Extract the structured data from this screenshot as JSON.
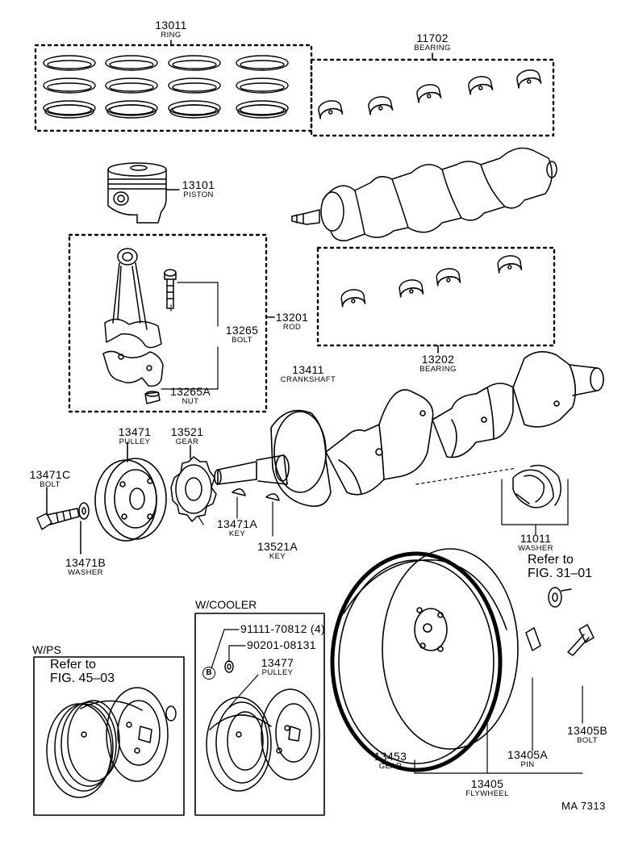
{
  "parts": {
    "ring": {
      "number": "13011",
      "name": "RING"
    },
    "bearing_top": {
      "number": "11702",
      "name": "BEARING"
    },
    "piston": {
      "number": "13101",
      "name": "PISTON"
    },
    "rod": {
      "number": "13201",
      "name": "ROD"
    },
    "rod_bolt": {
      "number": "13265",
      "name": "BOLT"
    },
    "rod_nut": {
      "number": "13265A",
      "name": "NUT"
    },
    "bearing_rod": {
      "number": "13202",
      "name": "BEARING"
    },
    "crankshaft": {
      "number": "13411",
      "name": "CRANKSHAFT"
    },
    "pulley": {
      "number": "13471",
      "name": "PULLEY"
    },
    "gear": {
      "number": "13521",
      "name": "GEAR"
    },
    "pulley_bolt": {
      "number": "13471C",
      "name": "BOLT"
    },
    "pulley_key": {
      "number": "13471A",
      "name": "KEY"
    },
    "gear_key": {
      "number": "13521A",
      "name": "KEY"
    },
    "washer": {
      "number": "13471B",
      "name": "WASHER"
    },
    "thrust_washer": {
      "number": "11011",
      "name": "WASHER"
    },
    "cooler_bolt": {
      "number": "91111-70812 (4)"
    },
    "cooler_washer": {
      "number": "90201-08131"
    },
    "cooler_pulley": {
      "number": "13477",
      "name": "PULLEY"
    },
    "ring_gear": {
      "number": "13453",
      "name": "GEAR"
    },
    "fw_pin": {
      "number": "13405A",
      "name": "PIN"
    },
    "fw_bolt": {
      "number": "13405B",
      "name": "BOLT"
    },
    "flywheel": {
      "number": "13405",
      "name": "FLYWHEEL"
    }
  },
  "sections": {
    "wps": "W/PS",
    "cooler": "W/COOLER"
  },
  "refs": {
    "ps_line1": "Refer to",
    "ps_line2": "FIG. 45–03",
    "fw_line1": "Refer to",
    "fw_line2": "FIG. 31–01"
  },
  "cooler_marker": "B",
  "footer_code": "MA 7313"
}
